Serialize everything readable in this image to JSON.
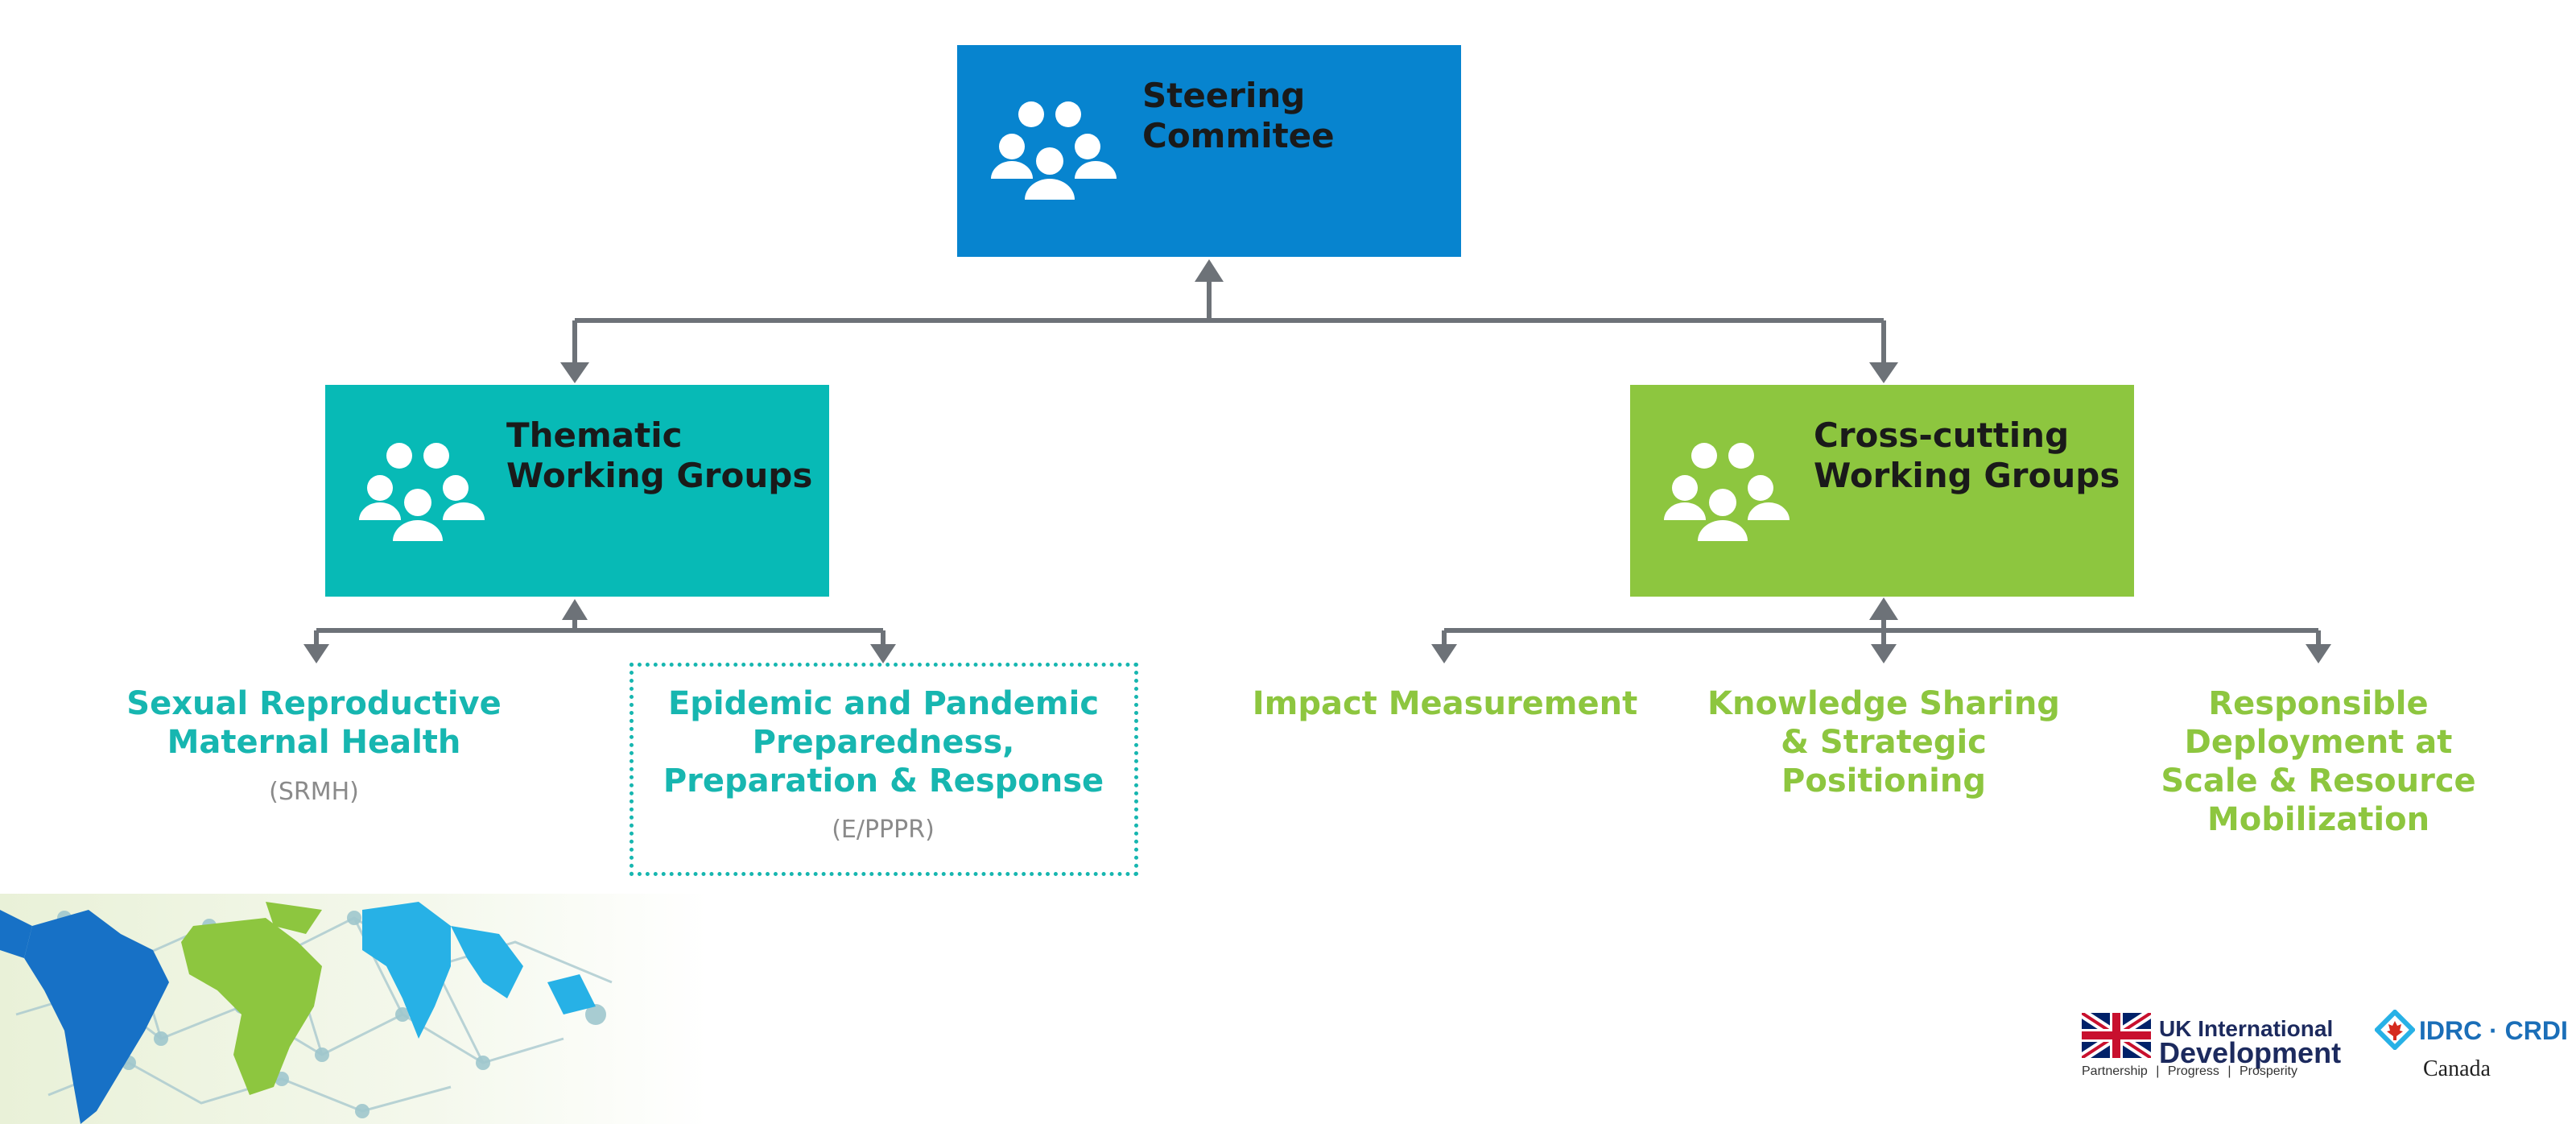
{
  "boxes": {
    "steering": {
      "title_lines": [
        "Steering",
        "Commitee"
      ],
      "color": "#0784cf"
    },
    "thematic": {
      "title_lines": [
        "Thematic",
        "Working Groups"
      ],
      "color": "#07bab6"
    },
    "crosscut": {
      "title_lines": [
        "Cross-cutting",
        "Working Groups"
      ],
      "color": "#8dc63f"
    }
  },
  "thematic_groups": [
    {
      "name_lines": [
        "Sexual Reproductive",
        "Maternal Health"
      ],
      "abbr": "(SRMH)"
    },
    {
      "name_lines": [
        "Epidemic and Pandemic",
        "Preparedness,",
        "Preparation & Response"
      ],
      "abbr": "(E/PPPR)"
    }
  ],
  "crosscutting_groups": [
    {
      "name_lines": [
        "Impact Measurement"
      ]
    },
    {
      "name_lines": [
        "Knowledge Sharing",
        "& Strategic",
        "Positioning"
      ]
    },
    {
      "name_lines": [
        "Responsible",
        "Deployment at",
        "Scale & Resource",
        "Mobilization"
      ]
    }
  ],
  "colors": {
    "teal_text": "#17b6b0",
    "green_text": "#8dc63f",
    "connector": "#6d7278"
  },
  "logos": {
    "uk_line1": "UK International",
    "uk_line2": "Development",
    "uk_tagline": "Partnership   |   Progress   |   Prosperity",
    "idrc": "IDRC · CRDI",
    "canada": "Canada"
  },
  "icons": {
    "group": "people-group-icon",
    "uk_flag": "union-jack-icon",
    "idrc": "maple-leaf-icon"
  }
}
